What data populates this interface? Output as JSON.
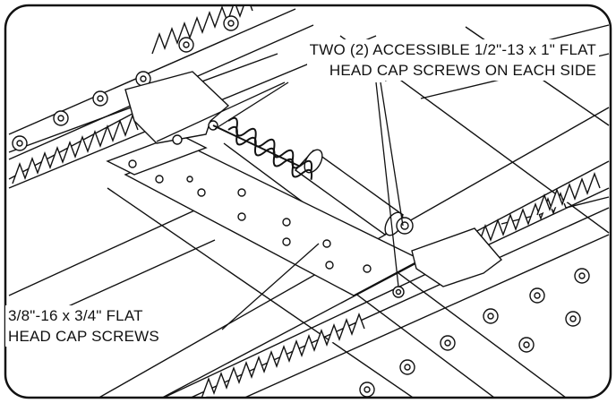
{
  "callouts": {
    "top": {
      "line1": "TWO (2) ACCESSIBLE 1/2\"-13 x 1\" FLAT",
      "line2": "HEAD CAP SCREWS ON EACH SIDE"
    },
    "bottom": {
      "line1": "3/8\"-16 x 3/4\" FLAT",
      "line2": "HEAD CAP SCREWS"
    }
  },
  "colors": {
    "line": "#111111",
    "fill": "#ffffff",
    "shade": "#e6e6e6"
  }
}
